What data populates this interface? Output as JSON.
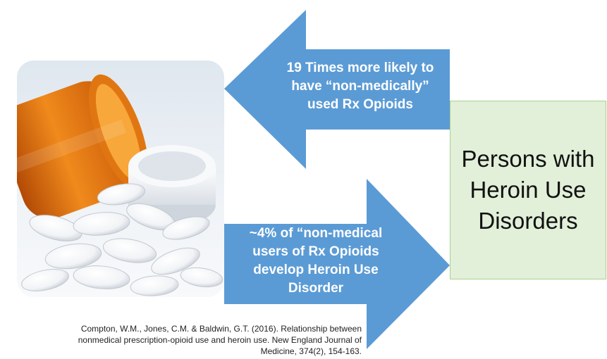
{
  "colors": {
    "arrow_fill": "#5b9bd5",
    "arrow_text": "#ffffff",
    "box_fill": "#e2efd9",
    "box_border": "#a9d18e",
    "pill_bottle": "#f07a16"
  },
  "image": {
    "subject": "pill-bottle-with-spilled-white-tablets"
  },
  "arrows": {
    "top": {
      "direction": "left",
      "lines": [
        "19 Times more likely to",
        "have “non-medically”",
        "used Rx Opioids"
      ]
    },
    "bottom": {
      "direction": "right",
      "lines": [
        "~4% of “non-medical",
        "users of Rx Opioids",
        "develop Heroin Use",
        "Disorder"
      ]
    }
  },
  "box": {
    "text": "Persons with\nHeroin Use\nDisorders"
  },
  "citation": {
    "lines": [
      "Compton, W.M., Jones, C.M. & Baldwin, G.T. (2016). Relationship between",
      "nonmedical prescription-opioid  use and heroin use. New England Journal of",
      "Medicine, 374(2), 154-163."
    ]
  }
}
